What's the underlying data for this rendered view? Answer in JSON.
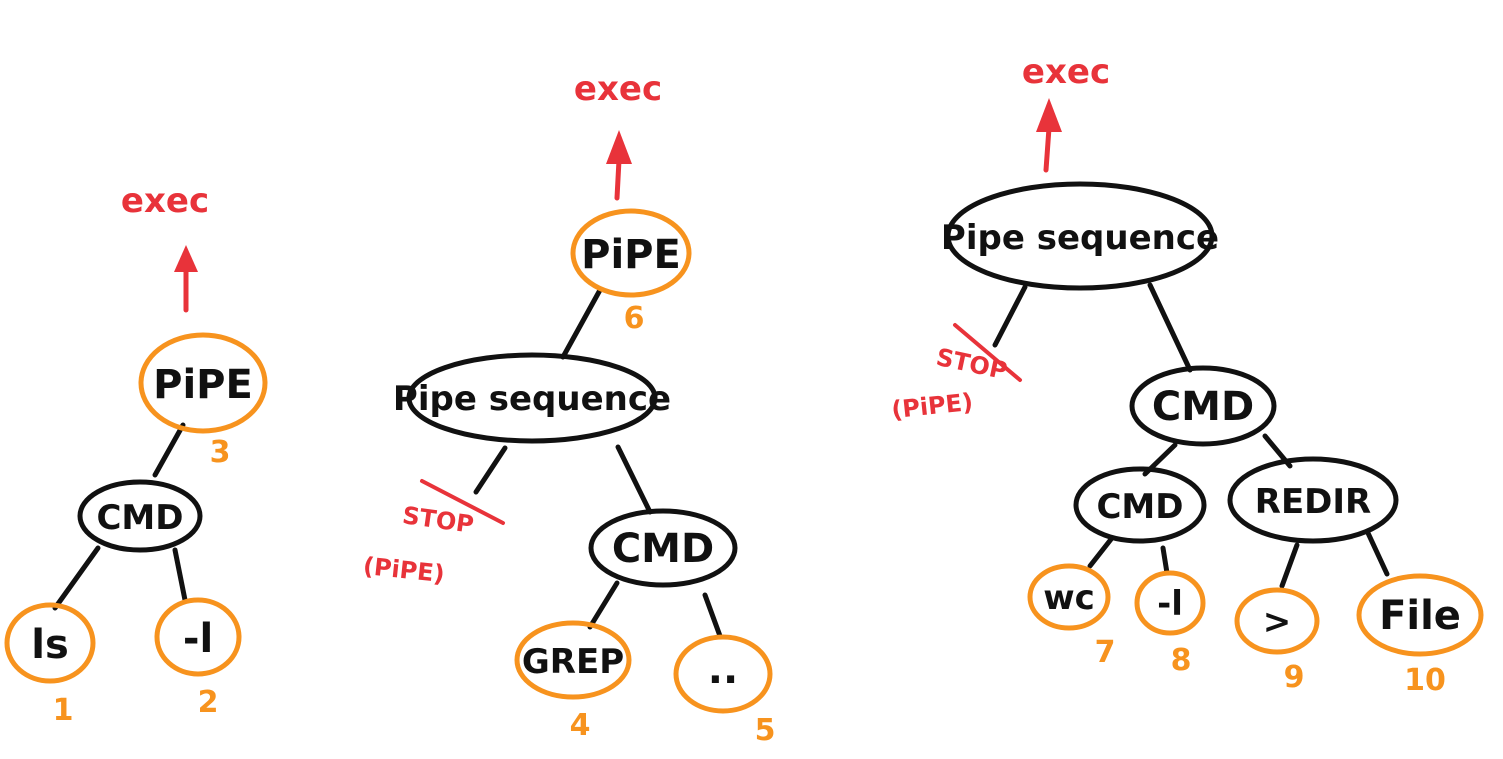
{
  "tree1": {
    "exec": "exec",
    "pipe": {
      "label": "PiPE",
      "index": "3"
    },
    "cmd": "CMD",
    "leaves": [
      {
        "label": "ls",
        "index": "1"
      },
      {
        "label": "-l",
        "index": "2"
      }
    ]
  },
  "tree2": {
    "exec": "exec",
    "pipe": {
      "label": "PiPE",
      "index": "6"
    },
    "pipe_sequence": "Pipe sequence",
    "stop": {
      "line1": "STOP",
      "line2": "(PiPE)"
    },
    "cmd": "CMD",
    "leaves": [
      {
        "label": "GREP",
        "index": "4"
      },
      {
        "label": "..",
        "index": "5"
      }
    ]
  },
  "tree3": {
    "exec": "exec",
    "pipe_sequence": "Pipe sequence",
    "stop": {
      "line1": "STOP",
      "line2": "(PiPE)"
    },
    "cmd": "CMD",
    "inner_cmd": "CMD",
    "redir": "REDIR",
    "leaves": [
      {
        "label": "wc",
        "index": "7"
      },
      {
        "label": "-l",
        "index": "8"
      },
      {
        "label": ">",
        "index": "9"
      },
      {
        "label": "File",
        "index": "10"
      }
    ]
  },
  "colors": {
    "leaf_outline": "#F7931E",
    "node_outline": "#111111",
    "exec": "#E8333A"
  }
}
